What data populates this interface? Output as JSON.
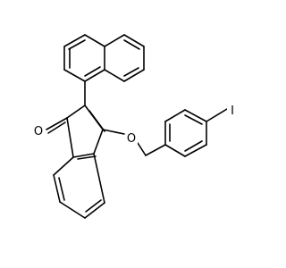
{
  "molecule": {
    "atoms": [
      {
        "id": "O1",
        "label": "O",
        "color": "#ff0000"
      },
      {
        "id": "O2",
        "label": "O",
        "color": "#ff0000"
      },
      {
        "id": "I",
        "label": "I",
        "color": "#940094"
      }
    ],
    "rings": [
      "naphthalene",
      "indenone",
      "benzyl-phenyl"
    ],
    "bond_color": "#000000"
  }
}
